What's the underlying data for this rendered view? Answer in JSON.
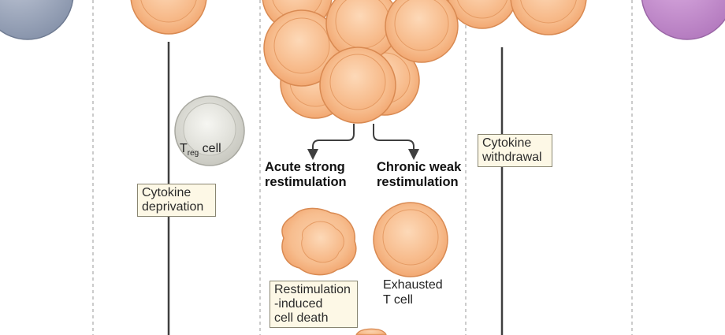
{
  "labels": {
    "treg_main": "T",
    "treg_sub": "reg",
    "treg_suffix": " cell",
    "cytokine_deprivation": "Cytokine\ndeprivation",
    "cytokine_withdrawal": "Cytokine\nwithdrawal",
    "acute": "Acute strong\nrestimulation",
    "chronic": "Chronic weak\nrestimulation",
    "ricd": "Restimulation\n-induced\ncell death",
    "exhausted": "Exhausted\nT cell"
  },
  "colors": {
    "effector_outer": "#f6b98a",
    "effector_inner": "#f9c9a0",
    "effector_stroke": "#d98a52",
    "treg_outer": "#d2d2cb",
    "treg_inner": "#e9e9e4",
    "naive_cell": "#a3adc2",
    "memory_cell": "#c48bcf",
    "line": "#3f3f3f",
    "divider": "#9a9a9a",
    "box_fill": "#fdf8e6",
    "box_border": "#8a8672"
  },
  "icons": {
    "arrow_left": "down-arrow-icon",
    "arrow_right": "down-arrow-icon"
  }
}
